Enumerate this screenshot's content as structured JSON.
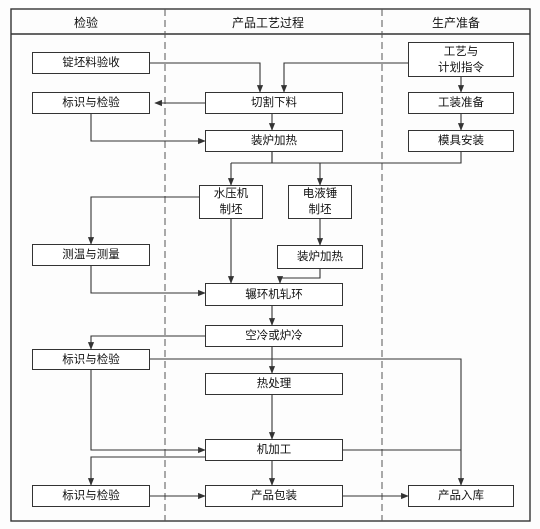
{
  "headers": {
    "inspection": "检验",
    "process": "产品工艺过程",
    "production_prep": "生产准备"
  },
  "boxes": {
    "ingot_receipt": "锭坯料验收",
    "identify_check_1": "标识与检验",
    "cutting": "切割下料",
    "furnace_heat_1": "装炉加热",
    "hydraulic_press": "水压机\n制坯",
    "electro_hammer": "电液锤\n制坯",
    "temp_measure": "测温与测量",
    "furnace_heat_2": "装炉加热",
    "ring_rolling": "辗环机轧环",
    "cooling": "空冷或炉冷",
    "identify_check_2": "标识与检验",
    "heat_treatment": "热处理",
    "machining": "机加工",
    "identify_check_3": "标识与检验",
    "packaging": "产品包装",
    "storage": "产品入库",
    "process_plan": "工艺与\n计划指令",
    "tooling_prep": "工装准备",
    "mold_install": "模具安装"
  },
  "colors": {
    "line": "#333333",
    "frame": "#333333",
    "box_border": "#333333"
  }
}
